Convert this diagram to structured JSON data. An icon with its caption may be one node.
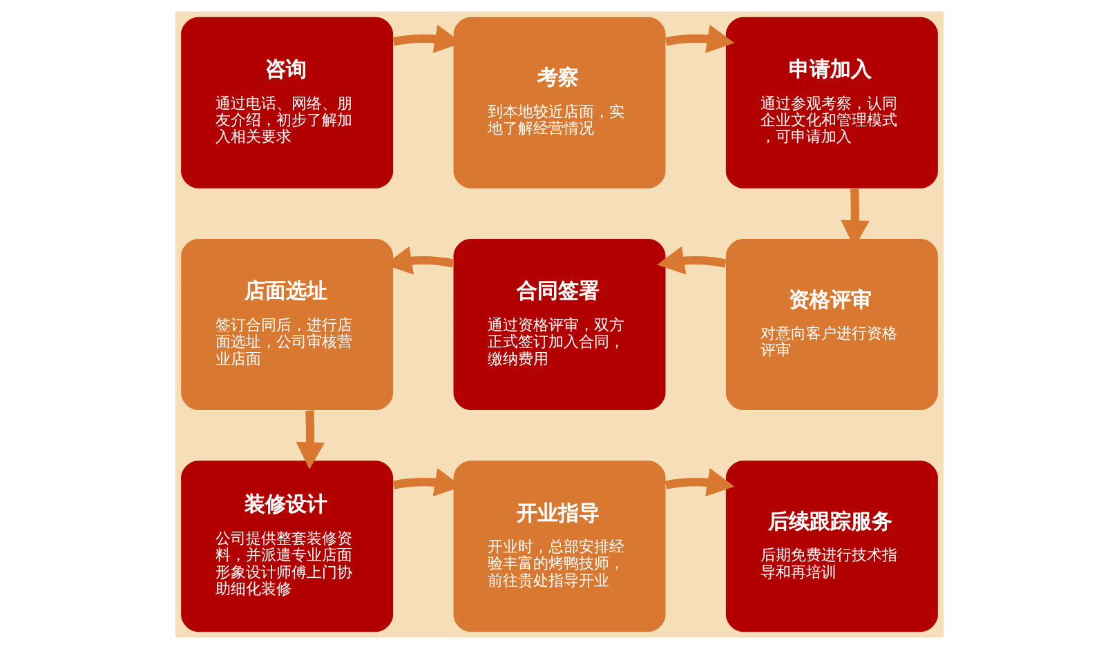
{
  "diagram": {
    "nodes": [
      {
        "text": [
          "咨询",
          "通过电话、网络、朋友介绍，初步了解加入相关要求"
        ]
      },
      {
        "text": [
          "考察",
          "到本地较近店面，实地了解经营情况"
        ]
      },
      {
        "text": [
          "申请加入",
          "通过参观考察，认同企业文化和管理模式，可申请加入"
        ]
      },
      {
        "text": [
          "店面选址",
          "签订合同后，进行店面选址，公司审核营业店面"
        ]
      },
      {
        "text": [
          "合同签署",
          "通过资格评审，双方正式签订加入合同，缴纳费用"
        ]
      },
      {
        "text": [
          "资格评审",
          "对意向客户进行资格评审"
        ]
      },
      {
        "text": [
          "装修设计",
          "公司提供整套装修资料，并派遣专业店面形象设计师傅上门协助细化装修"
        ]
      },
      {
        "text": [
          "开业指导",
          "开业时，总部安排经验丰富的烤鸭技师，前往贵处指导开业"
        ]
      },
      {
        "text": [
          "后续跟踪服务",
          "后期免费进行技术指导和再培训"
        ]
      }
    ],
    "edges": [
      {
        "from": 0,
        "to": 1,
        "arrow": "to"
      },
      {
        "from": 1,
        "to": 2,
        "arrow": "to"
      },
      {
        "from": 2,
        "to": 5,
        "arrow": "to"
      },
      {
        "from": 5,
        "to": 4,
        "arrow": "to"
      },
      {
        "from": 4,
        "to": 3,
        "arrow": "to"
      },
      {
        "from": 3,
        "to": 6,
        "arrow": "to"
      },
      {
        "from": 6,
        "to": 7,
        "arrow": "to"
      },
      {
        "from": 7,
        "to": 8,
        "arrow": "to"
      }
    ]
  }
}
